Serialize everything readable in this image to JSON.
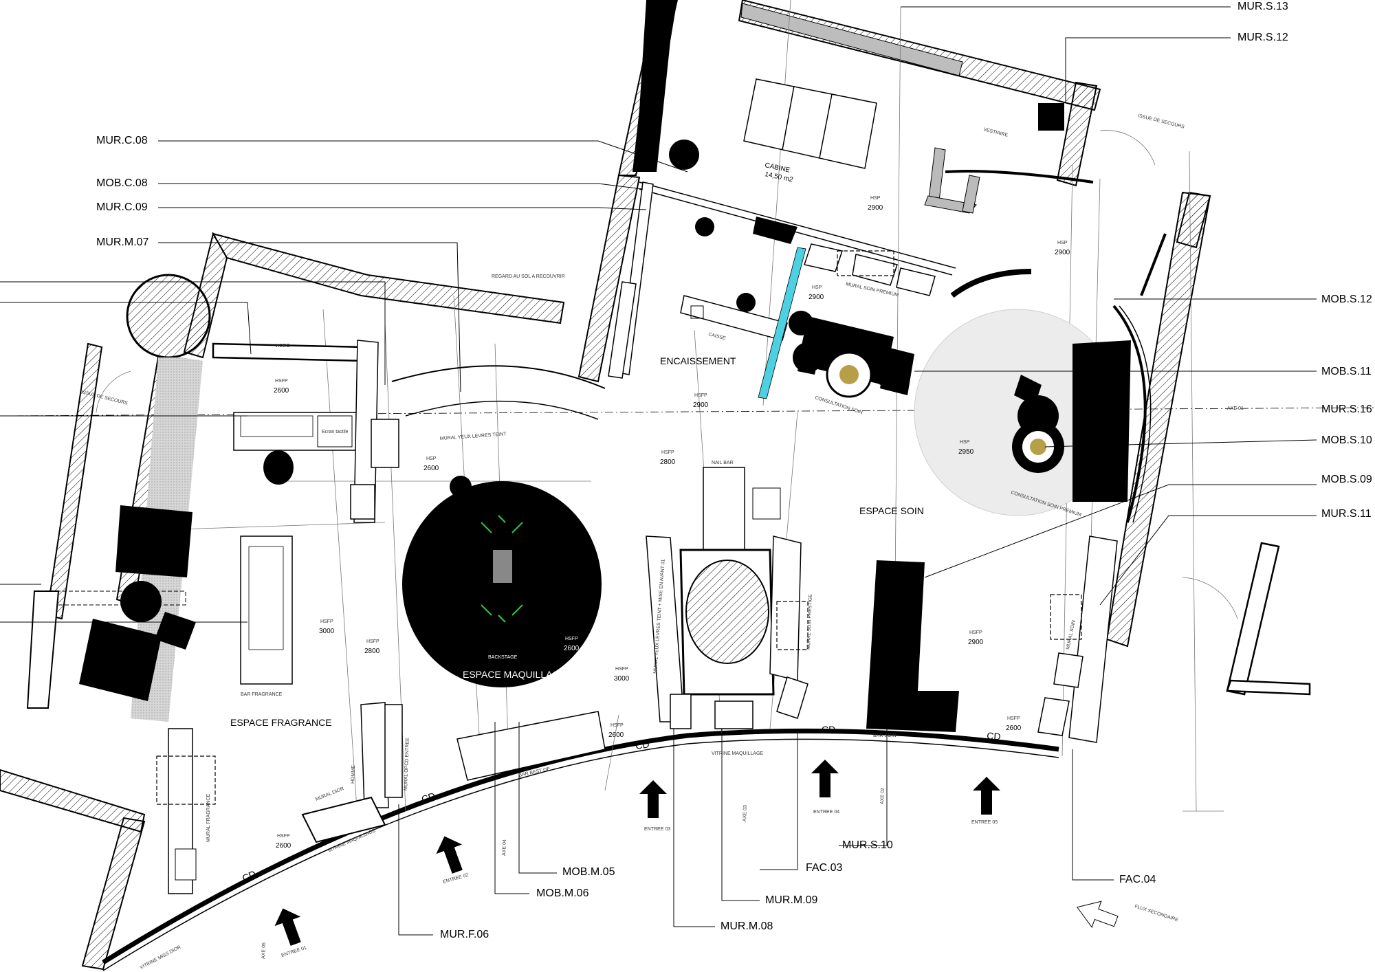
{
  "callouts_left": [
    {
      "text": "MUR.C.08"
    },
    {
      "text": "MOB.C.08"
    },
    {
      "text": "MUR.C.09"
    },
    {
      "text": "MUR.M.07"
    }
  ],
  "callouts_right": [
    {
      "text": "MUR.S.13"
    },
    {
      "text": "MUR.S.12"
    },
    {
      "text": "MOB.S.12"
    },
    {
      "text": "MOB.S.11"
    },
    {
      "text": "MUR.S.16"
    },
    {
      "text": "MOB.S.10"
    },
    {
      "text": "MOB.S.09"
    },
    {
      "text": "MUR.S.11"
    }
  ],
  "callouts_bottom": [
    {
      "text": "MUR.S.10"
    },
    {
      "text": "FAC.03"
    },
    {
      "text": "MOB.M.05"
    },
    {
      "text": "MOB.M.06"
    },
    {
      "text": "MUR.M.09"
    },
    {
      "text": "MUR.M.08"
    },
    {
      "text": "MUR.F.06"
    },
    {
      "text": "FAC.04"
    }
  ],
  "rooms": {
    "cabine": "CABINE",
    "cabine_area": "14,50 m2",
    "vestiaire": "VESTIAIRE",
    "encaissement": "ENCAISSEMENT",
    "caisse": "CAISSE",
    "consultation_soin": "CONSULTATION SOIN",
    "consultation_premium": "CONSULTATION SOIN PREMIUM",
    "espace_soin": "ESPACE SOIN",
    "espace_maquillage": "ESPACE MAQUILLAGE",
    "backstage": "BACKSTAGE",
    "espace_fragrance": "ESPACE FRAGRANCE",
    "bar_fragrance": "BAR FRAGRANCE",
    "nail_bar": "NAIL BAR",
    "bar_soin": "BAR SOIN",
    "bar_best_of": "BAR BEST OF",
    "vitrine_maquillage": "VITRINE MAQUILLAGE",
    "vitrine_miss_dior": "VITRINE MISS DIOR",
    "mural_yeux": "MURAL YEUX LEVRES TEINT",
    "mural_yeux_mise": "MURAL YEUX LEVRES TEINT + MISE EN AVANT 01",
    "mural_soin_prestige": "MURAL SOIN PRESTIGE",
    "mural_soin_premium": "MURAL SOIN PREMIUM",
    "mural_soin": "MURAL SOIN",
    "mural_fragrance": "MURAL FRAGRANCE",
    "mural_dior": "MURAL DIOR",
    "homme": "HOMME",
    "mural_opcd": "MURAL OPCD ENTREE",
    "vitrine_maquillage_2": "VITRINE MAQUILLAGE",
    "regard": "REGARD AU SOL A RECOUVRIR",
    "issue_left": "ISSUE DE SECOURS",
    "issue_right": "ISSUE DE SECOURS",
    "flux": "FLUX SECONDAIRE",
    "video": "VIDEO",
    "ecran": "Ecran tactile"
  },
  "heights": [
    {
      "label": "HSP",
      "value": "2900"
    },
    {
      "label": "HSP",
      "value": "2900"
    },
    {
      "label": "HSP",
      "value": "2900"
    },
    {
      "label": "HSFP",
      "value": "2900"
    },
    {
      "label": "HSFP",
      "value": "2800"
    },
    {
      "label": "HSP",
      "value": "2950"
    },
    {
      "label": "HSFP",
      "value": "2600"
    },
    {
      "label": "HSP",
      "value": "2600"
    },
    {
      "label": "HSFP",
      "value": "3000"
    },
    {
      "label": "HSFP",
      "value": "2800"
    },
    {
      "label": "HSFP",
      "value": "2600"
    },
    {
      "label": "HSFP",
      "value": "3000"
    },
    {
      "label": "HSFP",
      "value": "2600"
    },
    {
      "label": "HSFP",
      "value": "2900"
    },
    {
      "label": "HSFP",
      "value": "2600"
    },
    {
      "label": "HSFP",
      "value": "2600"
    }
  ],
  "axes": [
    "AXE 01",
    "AXE 02",
    "AXE 03",
    "AXE 04",
    "AXE 05"
  ],
  "entrees": [
    "ENTREE 01",
    "ENTREE 02",
    "ENTREE 03",
    "ENTREE 04",
    "ENTREE 05"
  ],
  "logo": "CD"
}
